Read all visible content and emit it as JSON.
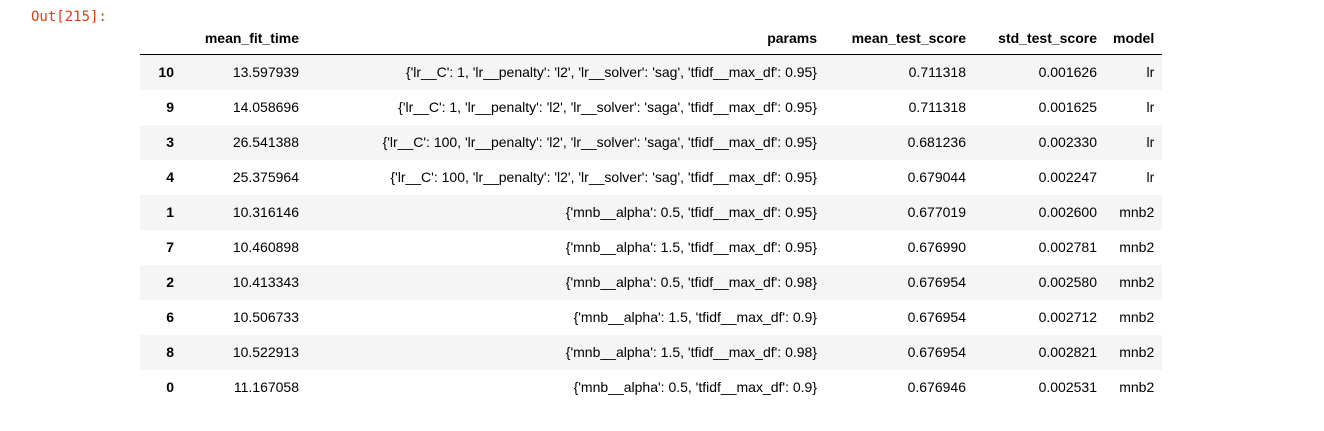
{
  "prompt": "Out[215]:",
  "table": {
    "columns": [
      "",
      "mean_fit_time",
      "params",
      "mean_test_score",
      "std_test_score",
      "model"
    ],
    "rows": [
      {
        "index": "10",
        "mean_fit_time": "13.597939",
        "params": "{'lr__C': 1, 'lr__penalty': 'l2', 'lr__solver': 'sag', 'tfidf__max_df': 0.95}",
        "mean_test_score": "0.711318",
        "std_test_score": "0.001626",
        "model": "lr"
      },
      {
        "index": "9",
        "mean_fit_time": "14.058696",
        "params": "{'lr__C': 1, 'lr__penalty': 'l2', 'lr__solver': 'saga', 'tfidf__max_df': 0.95}",
        "mean_test_score": "0.711318",
        "std_test_score": "0.001625",
        "model": "lr"
      },
      {
        "index": "3",
        "mean_fit_time": "26.541388",
        "params": "{'lr__C': 100, 'lr__penalty': 'l2', 'lr__solver': 'saga', 'tfidf__max_df': 0.95}",
        "mean_test_score": "0.681236",
        "std_test_score": "0.002330",
        "model": "lr"
      },
      {
        "index": "4",
        "mean_fit_time": "25.375964",
        "params": "{'lr__C': 100, 'lr__penalty': 'l2', 'lr__solver': 'sag', 'tfidf__max_df': 0.95}",
        "mean_test_score": "0.679044",
        "std_test_score": "0.002247",
        "model": "lr"
      },
      {
        "index": "1",
        "mean_fit_time": "10.316146",
        "params": "{'mnb__alpha': 0.5, 'tfidf__max_df': 0.95}",
        "mean_test_score": "0.677019",
        "std_test_score": "0.002600",
        "model": "mnb2"
      },
      {
        "index": "7",
        "mean_fit_time": "10.460898",
        "params": "{'mnb__alpha': 1.5, 'tfidf__max_df': 0.95}",
        "mean_test_score": "0.676990",
        "std_test_score": "0.002781",
        "model": "mnb2"
      },
      {
        "index": "2",
        "mean_fit_time": "10.413343",
        "params": "{'mnb__alpha': 0.5, 'tfidf__max_df': 0.98}",
        "mean_test_score": "0.676954",
        "std_test_score": "0.002580",
        "model": "mnb2"
      },
      {
        "index": "6",
        "mean_fit_time": "10.506733",
        "params": "{'mnb__alpha': 1.5, 'tfidf__max_df': 0.9}",
        "mean_test_score": "0.676954",
        "std_test_score": "0.002712",
        "model": "mnb2"
      },
      {
        "index": "8",
        "mean_fit_time": "10.522913",
        "params": "{'mnb__alpha': 1.5, 'tfidf__max_df': 0.98}",
        "mean_test_score": "0.676954",
        "std_test_score": "0.002821",
        "model": "mnb2"
      },
      {
        "index": "0",
        "mean_fit_time": "11.167058",
        "params": "{'mnb__alpha': 0.5, 'tfidf__max_df': 0.9}",
        "mean_test_score": "0.676946",
        "std_test_score": "0.002531",
        "model": "mnb2"
      }
    ]
  }
}
